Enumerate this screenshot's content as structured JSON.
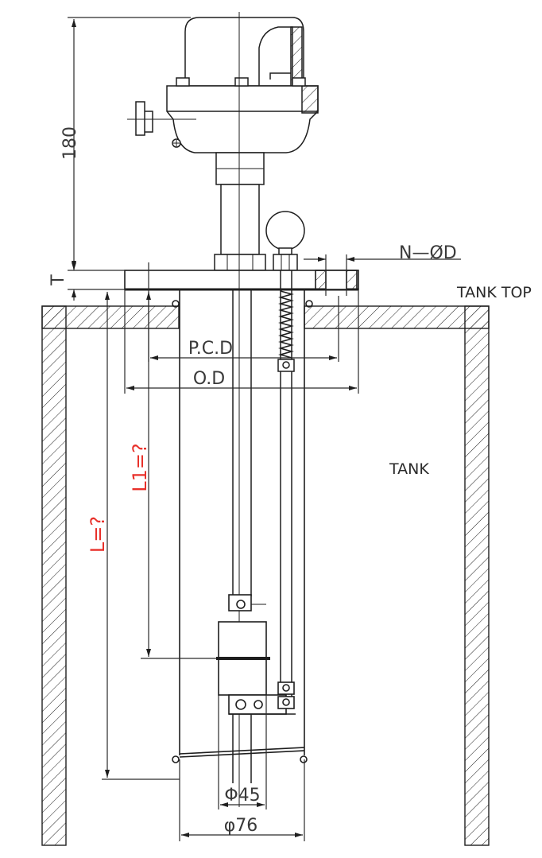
{
  "colors": {
    "line": "#1e1e1e",
    "dim_line": "#2a2a2a",
    "red_label": "#e8302a",
    "background": "#ffffff"
  },
  "labels": {
    "height_180": "180",
    "flange_t": "T",
    "n_phi_d": "N—ØD",
    "tank_top": "TANK TOP",
    "pcd": "P.C.D",
    "od": "O.D",
    "tank": "TANK",
    "l1": "L1=?",
    "l": "L=?",
    "phi45": "Φ45",
    "phi76": "φ76"
  }
}
